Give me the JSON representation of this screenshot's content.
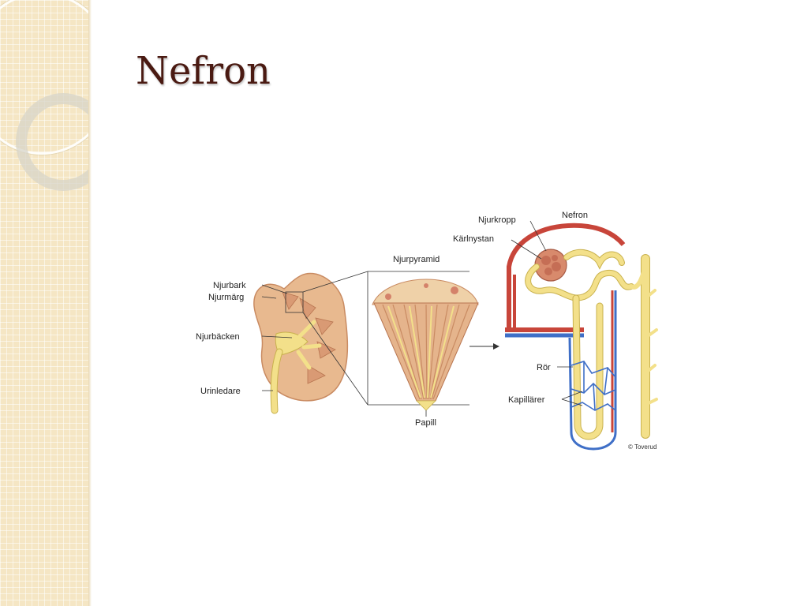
{
  "slide": {
    "title": "Nefron"
  },
  "diagram": {
    "labels": {
      "njurbark": "Njurbark",
      "njurmarg": "Njurmärg",
      "njurbacken": "Njurbäcken",
      "urinledare": "Urinledare",
      "njurpyramid": "Njurpyramid",
      "papill": "Papill",
      "njurkropp": "Njurkropp",
      "nefron": "Nefron",
      "karlnystan": "Kärlnystan",
      "ror": "Rör",
      "kapillarer": "Kapillärer",
      "credit": "© Toverud"
    }
  },
  "colors": {
    "title": "#4a1a12",
    "sidebar": "#f5e6c4",
    "kidney_cortex": "#e8b98f",
    "kidney_medulla": "#d99a74",
    "tubule_yellow": "#f3e08a",
    "artery_red": "#c8453a",
    "vein_blue": "#3f6fc7"
  }
}
